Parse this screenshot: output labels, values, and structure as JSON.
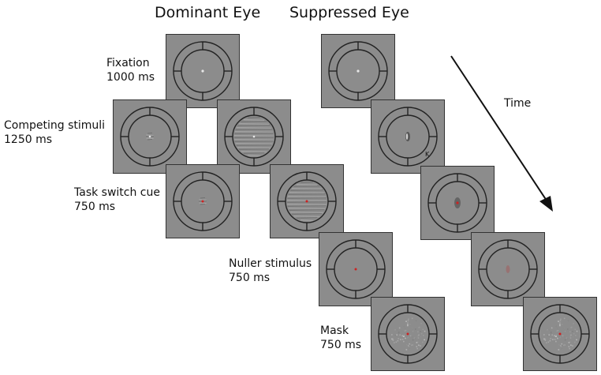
{
  "headings": {
    "dominant": "Dominant Eye",
    "suppressed": "Suppressed Eye"
  },
  "time_label": "Time",
  "steps": [
    {
      "id": "fixation",
      "line1": "Fixation",
      "line2": "1000 ms"
    },
    {
      "id": "competing",
      "line1": "Competing stimuli",
      "line2": "1250 ms"
    },
    {
      "id": "task-switch",
      "line1": "Task switch cue",
      "line2": "750 ms"
    },
    {
      "id": "nuller",
      "line1": "Nuller stimulus",
      "line2": "750 ms"
    },
    {
      "id": "mask",
      "line1": "Mask",
      "line2": "750 ms"
    }
  ],
  "panel_marker": "K",
  "colors": {
    "panel_bg": "#8c8c8c",
    "ring": "#222222",
    "fixation_dot": "#e8e8e8",
    "red_dot": "#cc2222",
    "arrow": "#111111"
  },
  "panels": [
    {
      "name": "dominant-fixation-panel",
      "content": "fixation-dot"
    },
    {
      "name": "suppressed-fixation-panel",
      "content": "fixation-dot"
    },
    {
      "name": "dominant-competing-left-panel",
      "content": "small-grating"
    },
    {
      "name": "dominant-competing-right-panel",
      "content": "large-grating"
    },
    {
      "name": "suppressed-competing-panel",
      "content": "small-blob"
    },
    {
      "name": "dominant-taskswitch-left-panel",
      "content": "red-dot-grating-small"
    },
    {
      "name": "dominant-taskswitch-right-panel",
      "content": "red-dot-grating-large"
    },
    {
      "name": "suppressed-taskswitch-panel",
      "content": "red-blob"
    },
    {
      "name": "dominant-nuller-panel",
      "content": "red-dot"
    },
    {
      "name": "suppressed-nuller-panel",
      "content": "faint-red-blob"
    },
    {
      "name": "dominant-mask-panel",
      "content": "noise-mask"
    },
    {
      "name": "suppressed-mask-panel",
      "content": "noise-mask"
    }
  ]
}
